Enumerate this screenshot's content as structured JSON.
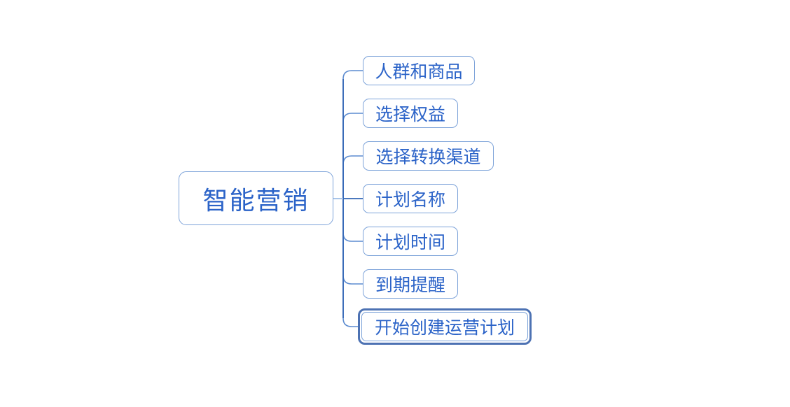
{
  "diagram": {
    "type": "mindmap",
    "root": {
      "label": "智能营销"
    },
    "children": [
      {
        "label": "人群和商品",
        "selected": false
      },
      {
        "label": "选择权益",
        "selected": false
      },
      {
        "label": "选择转换渠道",
        "selected": false
      },
      {
        "label": "计划名称",
        "selected": false
      },
      {
        "label": "计划时间",
        "selected": false
      },
      {
        "label": "到期提醒",
        "selected": false
      },
      {
        "label": "开始创建运营计划",
        "selected": true
      }
    ],
    "colors": {
      "background": "#ffffff",
      "node_border": "#7da3d9",
      "node_text": "#2b63c8",
      "branch_line": "#5c8bd0",
      "trunk_line": "#3366b5",
      "root_stub_line": "#9dbde6",
      "selection_border": "#4d72b3"
    }
  }
}
